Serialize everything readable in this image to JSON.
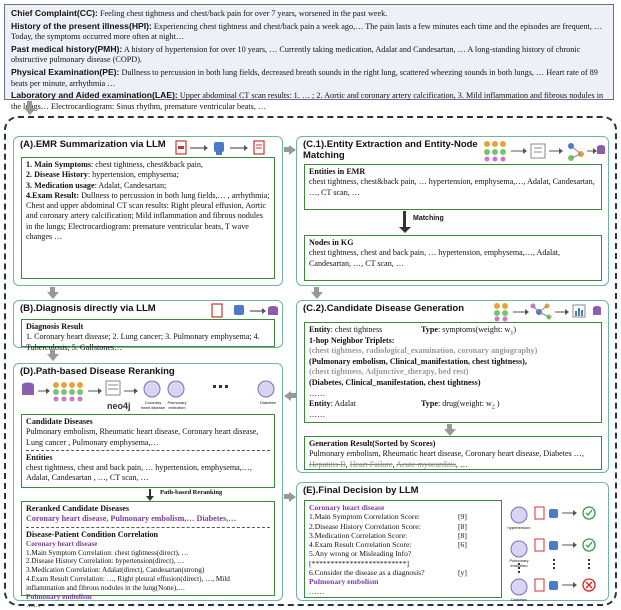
{
  "emr": {
    "cc_key": "Chief Complaint(CC):",
    "cc_text": " Feeling chest tightness and chest/back pain for over 7 years, worsened in the past week.",
    "hpi_key": "History of the present illness(HPI):",
    "hpi_text": " Experiencing chest tightness and chest/back pain a week ago,… The pain lasts a few minutes each time and the episodes are frequent, … Today, the symptoms occurred more often at night…",
    "pmh_key": "Past medical history(PMH):",
    "pmh_text": " A history of hypertension for over 10 years, … Currently taking medication, Adalat and Candesartan, … A long-standing history of chronic obstructive pulmonary disease (COPD).",
    "pe_key": "Physical Examination(PE):",
    "pe_text": " Dullness to percussion in both lung fields, decreased breath sounds in the right lung, scattered wheezing sounds in both lungs, … Heart rate of 89 beats per minute, arrhythmia …",
    "lae_key": "Laboratory and Aided examination(LAE):",
    "lae_text": " Upper abdominal CT scan results: 1. … ; 2. Aortic and coronary artery calcification, 3. Mild inflammation and fibrous nodules in the lungs… Electrocardiogram: Sinus rhythm, premature ventricular beats, …"
  },
  "panel_a": {
    "title": "(A).EMR Summarization via LLM",
    "l1k": "1. Main Symptoms",
    "l1": ": chest tightness, chest&back pain,",
    "l2k": "2. Disease History",
    "l2": ": hypertension, emphysema;",
    "l3k": "3. Medication usage",
    "l3": ": Adalat, Candesartan;",
    "l4k": "4.Exam Result:",
    "l4": " Dullness to percussion in both lung fields,… , arrhythmia; Chest and upper abdominal CT scan results: Right pleural effusion, Aortic and coronary artery calcification; Mild inflammation and fibrous nodules in the lungs; Electrocardiogram: premature ventricular beats, T wave changes …"
  },
  "panel_b": {
    "title": "(B).Diagnosis directly via LLM",
    "head": "Diagnosis Result",
    "text": "1. Coronary heart disease; 2. Lung cancer; 3. Pulmonary emphysema; 4. Tuberculosis; 5. Gallstones…"
  },
  "panel_c1": {
    "title": "(C.1).Entity Extraction and Entity-Node Matching",
    "emr_head": "Entities in EMR",
    "emr_text": "chest tightness, chest&back pain, … hypertension, emphysema,…, Adalat, Candesartan, …, CT scan, …",
    "matching": "Matching",
    "kg_head": "Nodes in KG",
    "kg_text": "chest tightness, chest and back pain, … hypertension, emphysema,…, Adalat, Candesartan, …, CT scan, …"
  },
  "panel_c2": {
    "title": "(C.2).Candidate Disease Generation",
    "entity1_k": "Entity",
    "entity1": ": chest tightness",
    "type1_k": "Type",
    "type1": ": symptoms(weight: w",
    "type1_sub": "1",
    "type1_end": ")",
    "hop": "1-hop Neighbor Triplets:",
    "t1": "(chest tightness, radiological_examination, coronary angiography)",
    "t2": "(Pulmonary embolism, Clinical_manifestation, chest tightness),",
    "t3": "(chest tightness, Adjunctive_therapy, bed rest)",
    "t4": "(Diabetes, Clinical_manifestation, chest tightness)",
    "dots": "……",
    "entity2_k": "Entity",
    "entity2": ": Adalat",
    "type2_k": "Type",
    "type2": ": drug(weight: w",
    "type2_sub": "2",
    "type2_end": " )",
    "dots2": "……",
    "gen_head": "Generation Result(Sorted by Scores)",
    "gen_text": "Pulmonary embolism, Rheumatic heart disease, Coronary heart disease, Diabetes …, ",
    "gen_strike1": "Hepatitis B",
    "gen_strike2": "Heart Failure",
    "gen_strike3": "Acute myocarditis",
    "gen_end": ", …"
  },
  "panel_d": {
    "title": "(D).Path-based Disease Reranking",
    "neo": "neo4j",
    "node1": "Coronary heart disease",
    "node2": "Pulmonary embolism",
    "node3": "Diabetes",
    "cand_head": "Candidate Diseases",
    "cand_text": "Pulmonary embolism, Rheumatic heart disease, Coronary heart disease, Lung cancer , Pulmonary emphysema,…",
    "ent_head": "Entities",
    "ent_text": "chest tightness, chest and back pain, … hypertension, emphysema,…, Adalat, Candesartan , …, CT scan, …",
    "path_label": "Path-based Reranking",
    "rer_head": "Reranked Candidate Diseases",
    "rer_text": "Coronary heart disease, Pulmonary embolism,… Diabetes,…",
    "corr_head": "Disease-Patient Condition Correlation",
    "chd": "Coronary heart disease",
    "c1": "1.Main Symptom Correlation: chest tightness(direct), …",
    "c2": "2.Disease History Correlation: hypertension(direct), …",
    "c3": "3.Medication Correlation: Adalat(direct), Candesartan(strong)",
    "c4": "4.Exam Result Correlation: …, Right pleural effusion(direct), …, Mild inflammation and fibrous nodules in the lung(None),…",
    "pe": "Pulmonary embolism",
    "dots": "……"
  },
  "panel_e": {
    "title": "(E).Final Decision by LLM",
    "chd": "Coronary heart disease",
    "s1": "1.Main Symptom Correlation Score:",
    "v1": "[9]",
    "s2": "2.Disease History Correlation Score:",
    "v2": "[8]",
    "s3": "3.Medication Correlation Score:",
    "v3": "[8]",
    "s4": "4.Exam Result Correlation Score:",
    "v4": "[6]",
    "s5": "5.Any wrong or Misleading Info?",
    "stars": "[*************************]",
    "s6": "6.Consider the disease as a diagnosis?",
    "v6": "[y]",
    "pe": "Pulmonary embolism",
    "dots": "……",
    "n1": "hypertension",
    "n2": "Pulmonary embolism",
    "n3": "Diabetes"
  },
  "colors": {
    "panel_border": "#6fb5a0",
    "text_box_border": "#3a8a3a",
    "highlight_purple": "#7a3fa0",
    "check_green": "#2e9e4a",
    "cross_red": "#d22"
  }
}
